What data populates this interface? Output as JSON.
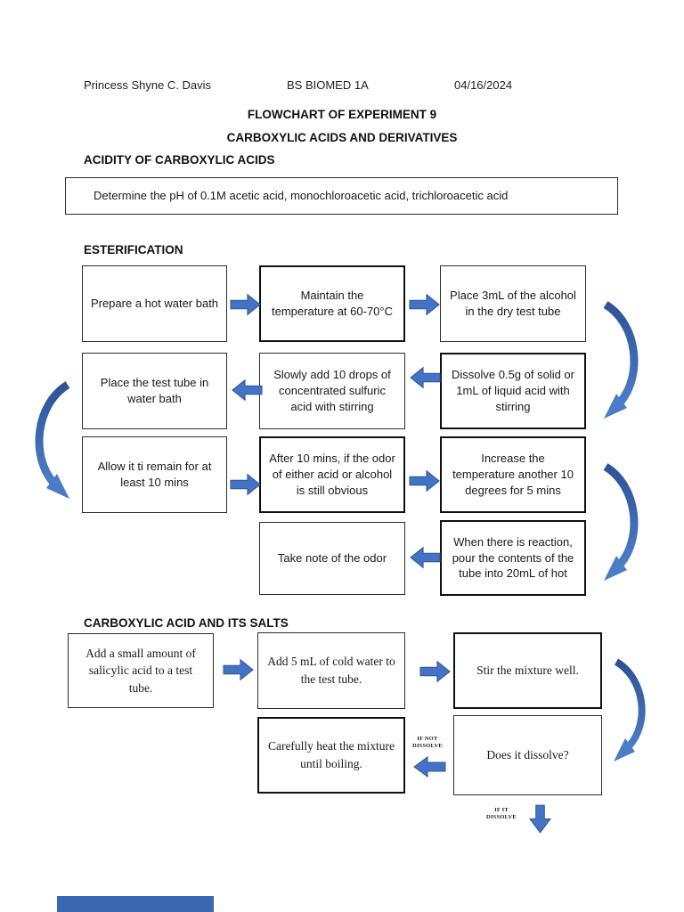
{
  "header": {
    "name": "Princess Shyne C. Davis",
    "course": "BS BIOMED 1A",
    "date": "04/16/2024"
  },
  "title": "FLOWCHART OF EXPERIMENT 9",
  "subtitle": "CARBOXYLIC ACIDS AND DERIVATIVES",
  "acidity": {
    "heading": "ACIDITY OF CARBOXYLIC ACIDS",
    "instruction": "Determine the pH of 0.1M acetic acid, monochloroacetic acid, trichloroacetic acid"
  },
  "esterification": {
    "heading": "ESTERIFICATION",
    "steps": [
      "Prepare a hot water bath",
      "Maintain the temperature at 60-70°C",
      "Place 3mL of the alcohol in the dry test tube",
      "Dissolve 0.5g of solid or 1mL of liquid acid with stirring",
      "Slowly add 10 drops of concentrated sulfuric acid with stirring",
      "Place the test tube in water bath",
      "Allow it ti remain for at least 10 mins",
      "After 10 mins, if the odor of either acid or alcohol is still obvious",
      "Increase the temperature another 10 degrees for 5 mins",
      "When there is reaction, pour the contents of the tube into 20mL of hot",
      "Take note of the odor"
    ]
  },
  "salts": {
    "heading": "CARBOXYLIC ACID AND ITS SALTS",
    "steps": [
      "Add a small amount of salicylic acid to a test tube.",
      "Add 5 mL of cold water to the test tube.",
      "Stir the mixture well.",
      "Does it dissolve?",
      "Carefully heat the mixture until boiling."
    ],
    "branch_labels": {
      "if_not": "IF NOT DISSOLVE",
      "if_it": "IF IT DISSOLVE"
    }
  },
  "colors": {
    "arrow_blue": "#4472C4",
    "arrow_outline": "#2F5597",
    "curve_blue_dark": "#2E5395",
    "curve_blue_light": "#4D7CC7"
  }
}
